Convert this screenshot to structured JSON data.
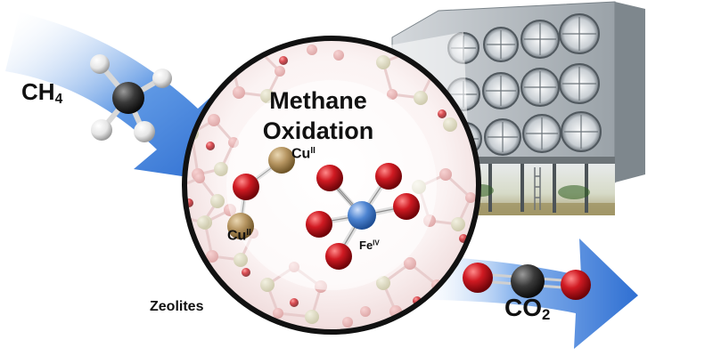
{
  "labels": {
    "reactant_formula": "CH",
    "reactant_subscript": "4",
    "product_formula": "CO",
    "product_subscript": "2",
    "title_line1": "Methane",
    "title_line2": "Oxidation",
    "copper_symbol": "Cu",
    "copper_oxidation_state": "II",
    "iron_symbol": "Fe",
    "iron_oxidation_state": "IV",
    "framework_label": "Zeolites"
  },
  "colors": {
    "arrow_blue": "#3f7fd6",
    "oxygen_red": "#c8121c",
    "copper_gold": "#b59460",
    "iron_blue": "#4d84d1",
    "carbon_gray": "#3a3a3a",
    "hydrogen_white": "#f2f2f2",
    "zeolite_tint": "#f4dede"
  },
  "icons": [
    "methane-molecule-icon",
    "co2-molecule-icon",
    "cooling-fan-icon"
  ]
}
